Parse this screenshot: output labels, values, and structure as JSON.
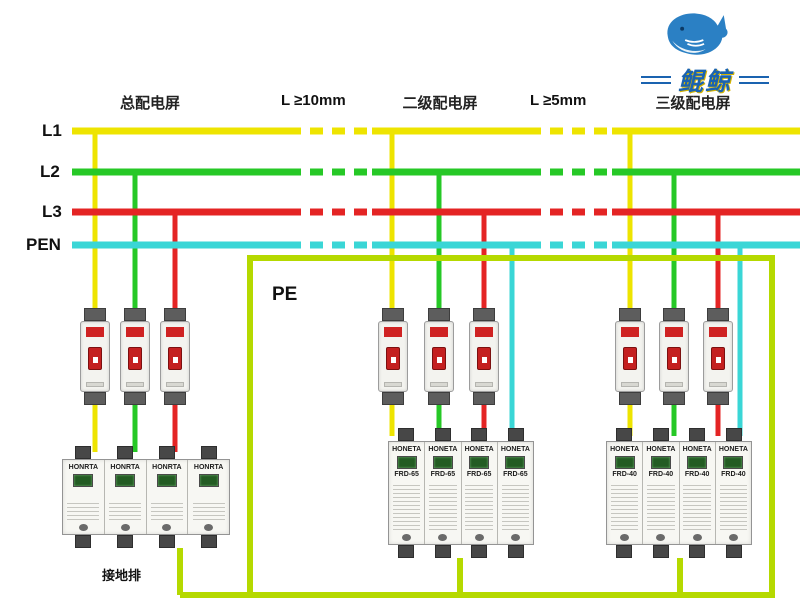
{
  "logo": {
    "brand": "鲲鲸",
    "color": "#1a63b0"
  },
  "header": {
    "panel1": "总配电屏",
    "gap1": "L ≥10mm",
    "panel2": "二级配电屏",
    "gap2": "L ≥5mm",
    "panel3": "三级配电屏"
  },
  "bus": {
    "l1": {
      "label": "L1",
      "color": "#eee400"
    },
    "l2": {
      "label": "L2",
      "color": "#26c826"
    },
    "l3": {
      "label": "L3",
      "color": "#e42424"
    },
    "pen": {
      "label": "PEN",
      "color": "#3ad6d6"
    },
    "pe": {
      "label": "PE",
      "color": "#b5d900"
    }
  },
  "ground_label": "接地排",
  "spd": {
    "left": {
      "brand": "HONRTA",
      "model": ""
    },
    "mid": {
      "brand": "HONETA",
      "model": "FRD-65"
    },
    "right": {
      "brand": "HONETA",
      "model": "FRD-40"
    }
  }
}
